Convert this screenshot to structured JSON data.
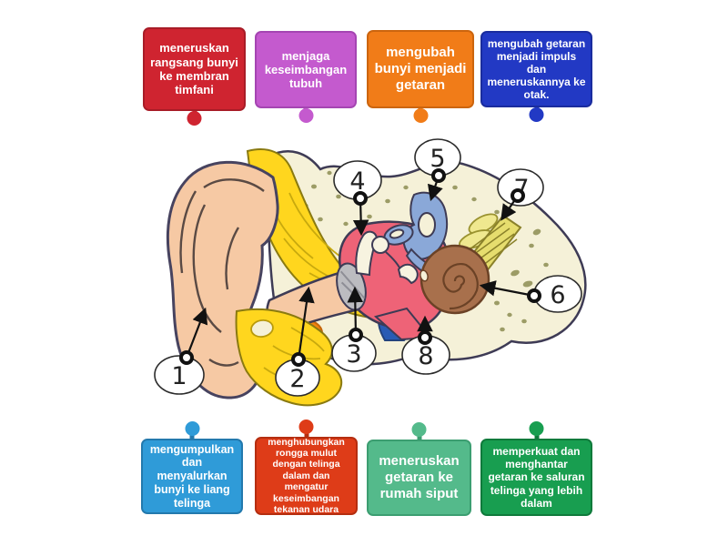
{
  "page": {
    "background": "#ffffff"
  },
  "top_labels": [
    {
      "text": "meneruskan rangsang bunyi ke membran timfani",
      "fill": "#cf2430",
      "border": "#a81c27"
    },
    {
      "text": "menjaga keseimbangan tubuh",
      "fill": "#c45ace",
      "border": "#a545b2"
    },
    {
      "text": "mengubah bunyi menjadi getaran",
      "fill": "#f17c18",
      "border": "#cc650e"
    },
    {
      "text": "mengubah getaran menjadi impuls dan meneruskannya ke otak.",
      "fill": "#2239c4",
      "border": "#1a2c9e"
    }
  ],
  "bottom_labels": [
    {
      "text": "mengumpulkan dan menyalurkan bunyi ke liang telinga",
      "fill": "#2f9bd8",
      "border": "#2379ad"
    },
    {
      "text": "menghubungkan rongga mulut dengan telinga dalam dan mengatur keseimbangan tekanan udara",
      "fill": "#de3c18",
      "border": "#b52e10"
    },
    {
      "text": "meneruskan getaran ke rumah siput",
      "fill": "#54ba8b",
      "border": "#3c9e71"
    },
    {
      "text": "memperkuat dan menghantar getaran ke saluran telinga yang lebih dalam",
      "fill": "#189e50",
      "border": "#0f7a3b"
    }
  ],
  "diagram": {
    "markers": [
      {
        "number": "1"
      },
      {
        "number": "2"
      },
      {
        "number": "3"
      },
      {
        "number": "4"
      },
      {
        "number": "5"
      },
      {
        "number": "6"
      },
      {
        "number": "7"
      },
      {
        "number": "8"
      }
    ],
    "colors": {
      "pinna": "#f6c9a4",
      "cartilage": "#ffd61e",
      "bone": "#f5f1d8",
      "middle_ear": "#ee6377",
      "eardrum": "#bcbcc0",
      "semicircular_canals": "#8aa8d8",
      "cochlea": "#a8704c",
      "nerve": "#e6dd6e",
      "eustachian_blue": "#2a5cb4",
      "gland_orange": "#f2830f"
    }
  }
}
